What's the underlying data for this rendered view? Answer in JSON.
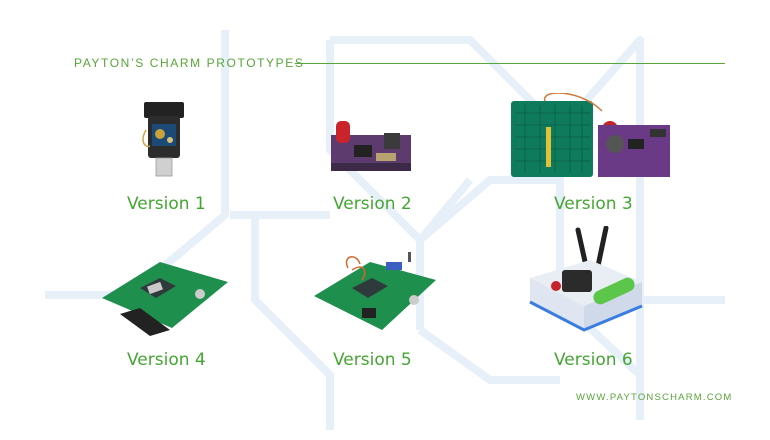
{
  "header": {
    "title": "PAYTON’S CHARM PROTOTYPES"
  },
  "versions": [
    {
      "label": "Version 1"
    },
    {
      "label": "Version 2"
    },
    {
      "label": "Version 3"
    },
    {
      "label": "Version 4"
    },
    {
      "label": "Version 5"
    },
    {
      "label": "Version 6"
    }
  ],
  "footer": {
    "url": "WWW.PAYTONSCHARM.COM"
  },
  "colors": {
    "accent": "#58a53a",
    "label": "#44a632",
    "circuit_lines": "#e6eef8"
  }
}
